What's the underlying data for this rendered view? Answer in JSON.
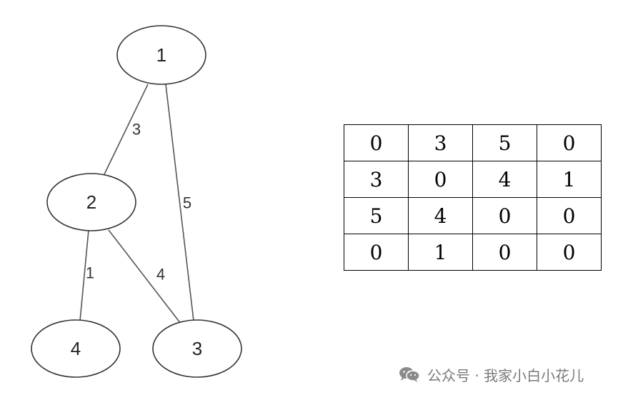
{
  "graph": {
    "nodes": [
      {
        "id": "1",
        "label": "1"
      },
      {
        "id": "2",
        "label": "2"
      },
      {
        "id": "3",
        "label": "3"
      },
      {
        "id": "4",
        "label": "4"
      }
    ],
    "edges": [
      {
        "from": "1",
        "to": "2",
        "weight": "3"
      },
      {
        "from": "1",
        "to": "3",
        "weight": "5"
      },
      {
        "from": "2",
        "to": "4",
        "weight": "1"
      },
      {
        "from": "2",
        "to": "3",
        "weight": "4"
      }
    ]
  },
  "matrix": [
    [
      "0",
      "3",
      "5",
      "0"
    ],
    [
      "3",
      "0",
      "4",
      "1"
    ],
    [
      "5",
      "4",
      "0",
      "0"
    ],
    [
      "0",
      "1",
      "0",
      "0"
    ]
  ],
  "watermark": {
    "text": "公众号 · 我家小白小花儿",
    "icon": "wechat-icon"
  }
}
